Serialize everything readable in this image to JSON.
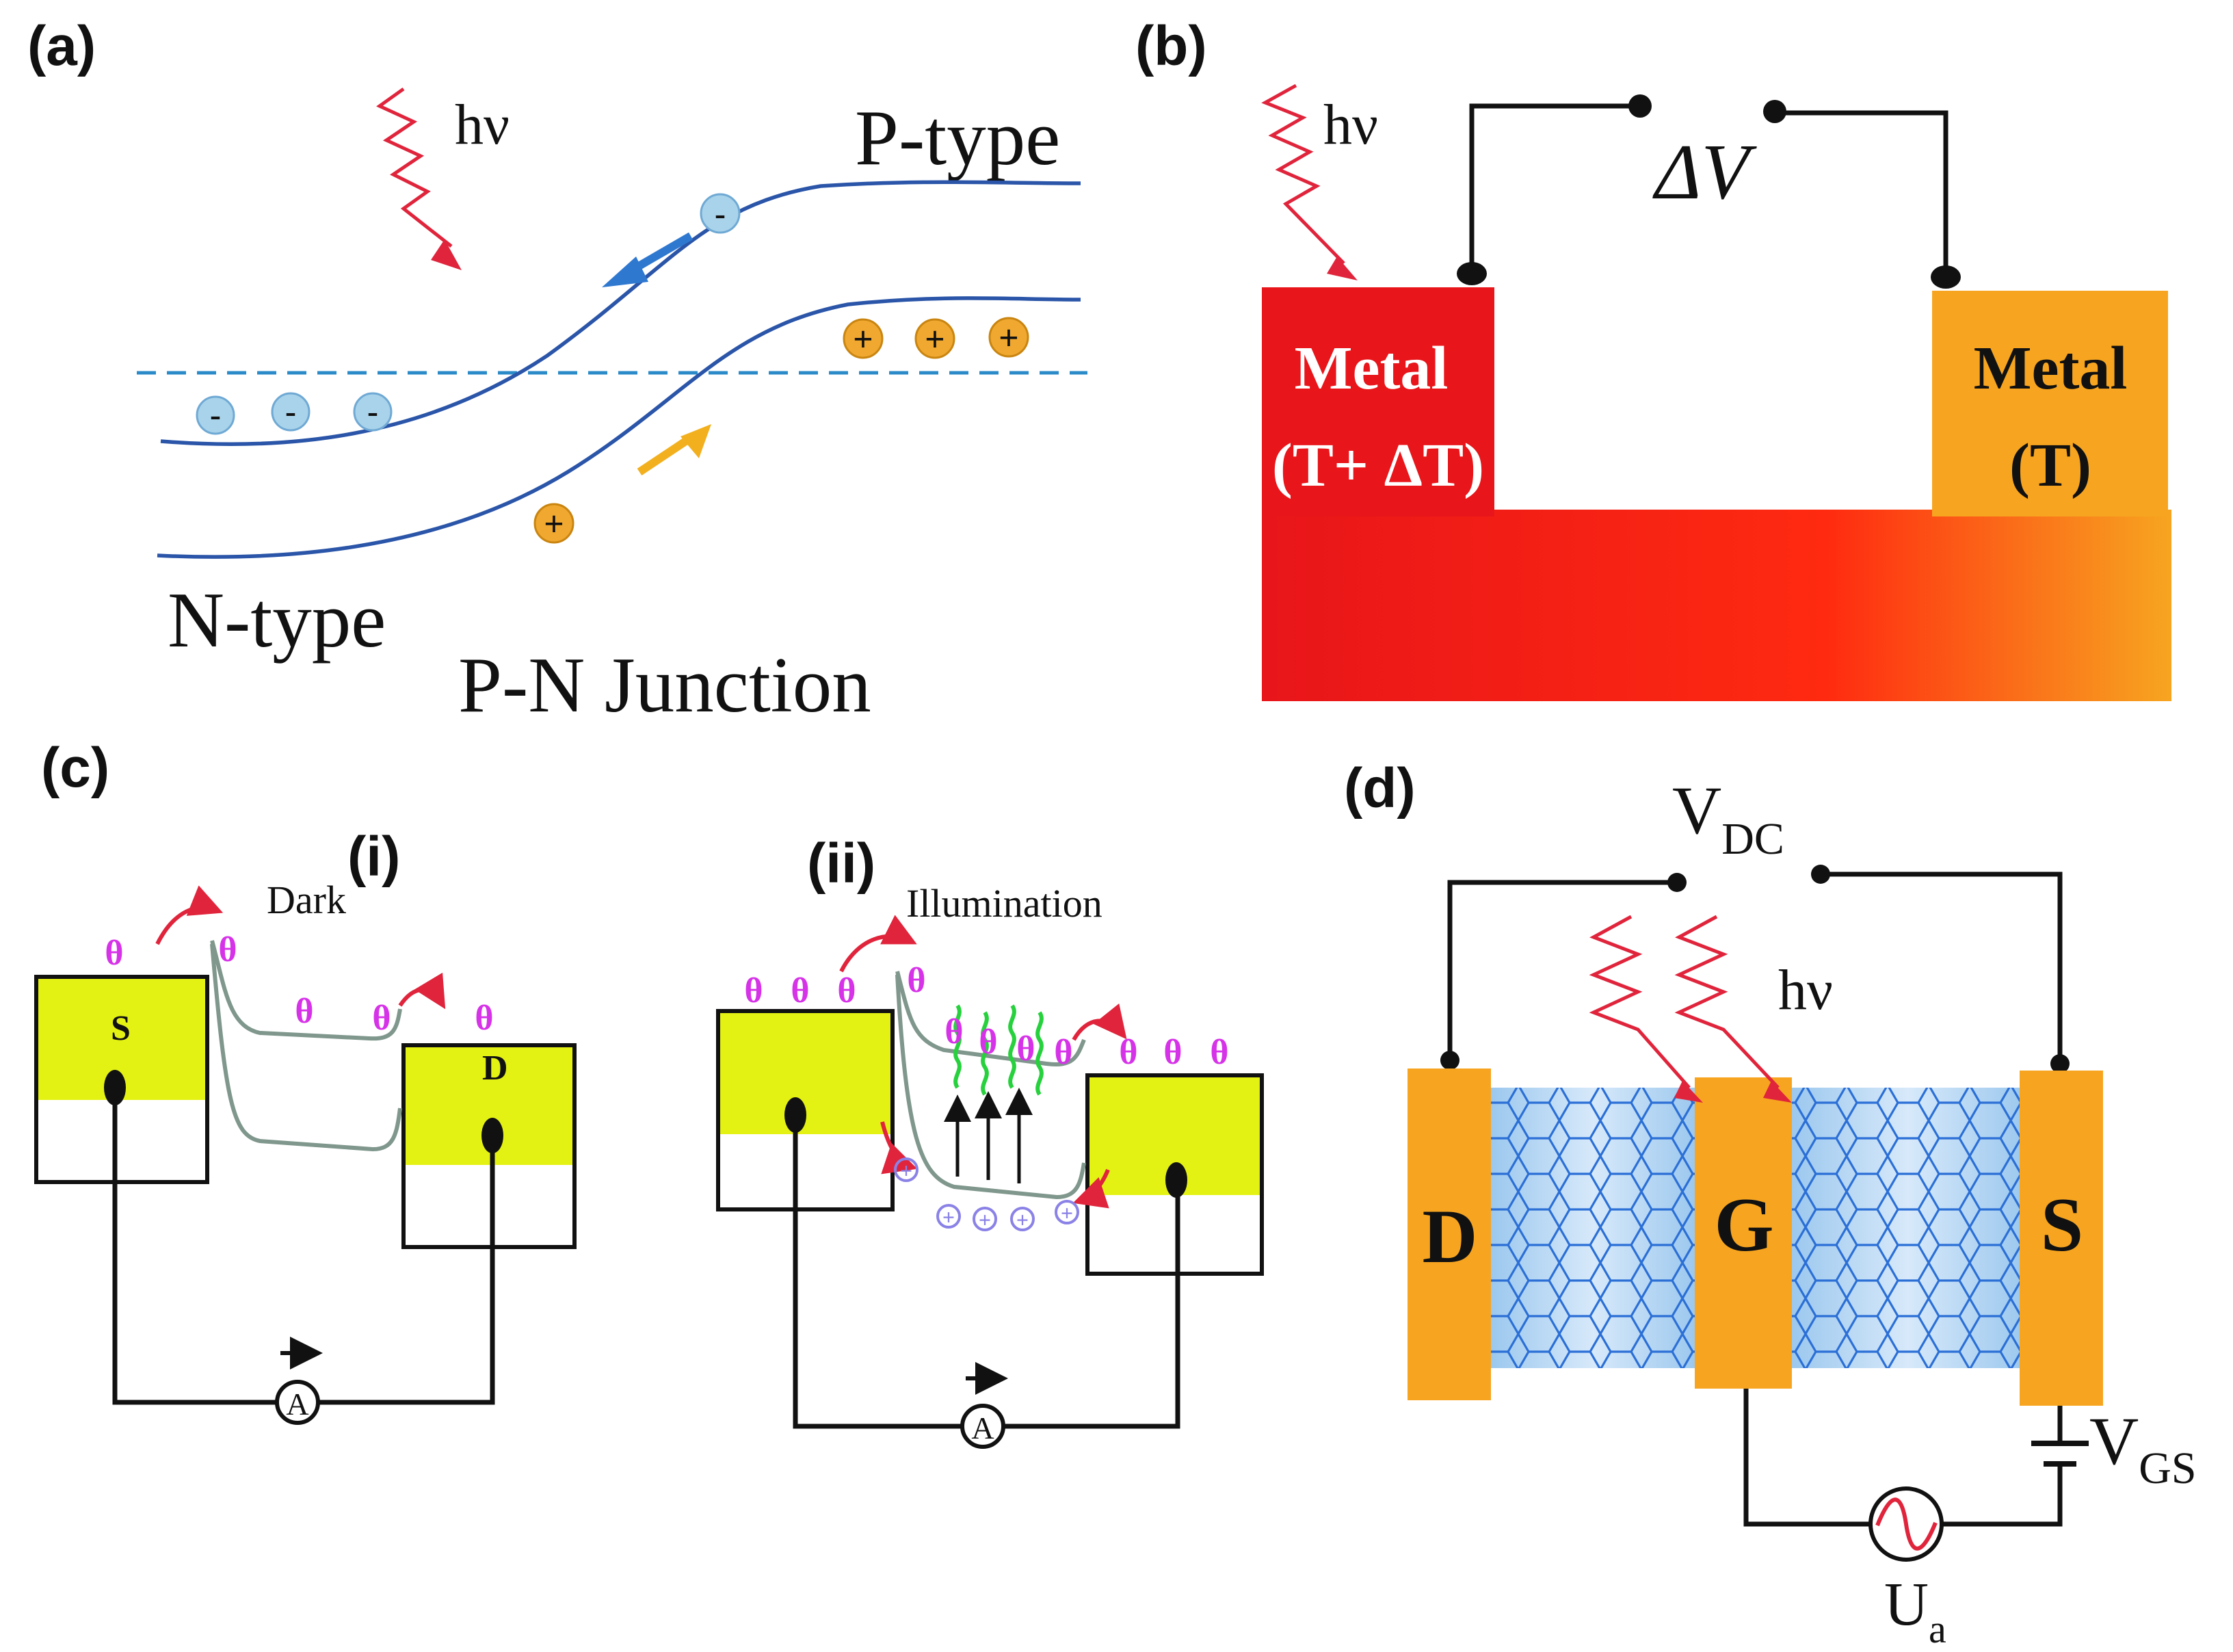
{
  "panels": {
    "a": {
      "label": "(a)",
      "photon": "hν",
      "p_type": "P-type",
      "n_type": "N-type",
      "junction": "P-N Junction",
      "electron_sign": "-",
      "hole_sign": "+",
      "colors": {
        "band": "#2a55a8",
        "fermi": "#2b8ac8",
        "electron": "#a9d3ea",
        "hole": "#f0a830"
      }
    },
    "b": {
      "label": "(b)",
      "photon": "hν",
      "voltage": "ΔV",
      "hot_metal": {
        "name": "Metal",
        "temp": "(T+ ΔT)"
      },
      "cold_metal": {
        "name": "Metal",
        "temp": "(T)"
      },
      "colors": {
        "hot": "#e8151a",
        "cold": "#f7a520"
      }
    },
    "c": {
      "label": "(c)",
      "sub_i": "(i)",
      "sub_ii": "(ii)",
      "dark": "Dark",
      "illumination": "Illumination",
      "source": "S",
      "drain": "D",
      "ammeter": "A",
      "electron_sign": "θ",
      "hole_sign": "+",
      "colors": {
        "electrode": "#e4f213",
        "carrier": "#d633e8",
        "hole": "#8a82e6",
        "light": "#27d13d"
      }
    },
    "d": {
      "label": "(d)",
      "vdc": {
        "main": "V",
        "sub": "DC"
      },
      "photon": "hν",
      "drain": "D",
      "gate": "G",
      "source": "S",
      "vgs": {
        "main": "V",
        "sub": "GS"
      },
      "ua": {
        "main": "U",
        "sub": "a"
      },
      "colors": {
        "electrode": "#f7a520",
        "graphene": "#2b6fd6"
      }
    }
  }
}
